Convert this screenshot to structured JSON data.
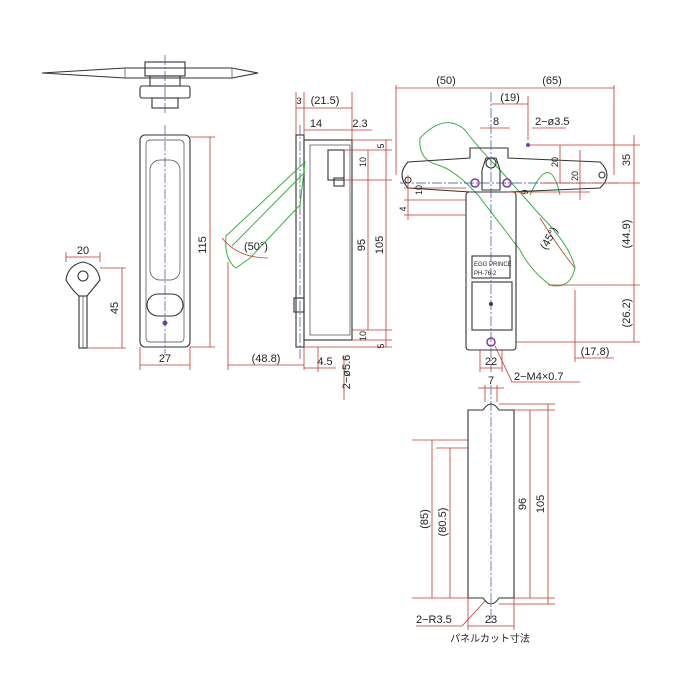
{
  "colors": {
    "outline": "#333333",
    "dimension": "#c0392b",
    "centerline": "#2b4c9b",
    "swing": "#3cb043",
    "hole": "#7b3fa0"
  },
  "labels": {
    "front_115": "115",
    "front_27": "27",
    "key_20": "20",
    "key_45": "45",
    "side_3": "3",
    "side_21_5": "(21.5)",
    "side_14": "14",
    "side_2_3": "2.3",
    "side_5_top": "5",
    "side_10_top": "10",
    "side_95": "95",
    "side_105": "105",
    "side_10_bot": "10",
    "side_5_bot": "5",
    "side_48_8": "(48.8)",
    "side_4_5": "4.5",
    "side_hole": "2−ø5.6",
    "side_angle": "(50°)",
    "top_50": "(50)",
    "top_65": "(65)",
    "top_19": "(19)",
    "top_8": "8",
    "top_hole": "2−ø3.5",
    "top_20a": "20",
    "top_20b": "20",
    "top_35": "35",
    "top_9": "9",
    "top_10": "10",
    "top_4": "4",
    "top_44_9": "(44.9)",
    "top_26_2": "(26.2)",
    "top_17_8": "(17.8)",
    "top_22": "22",
    "top_thread": "2−M4×0.7",
    "top_angle": "(45°)",
    "plate_line1": "EGG PRINCE",
    "plate_line2": "PH-76-2",
    "cut_7": "7",
    "cut_85": "(85)",
    "cut_80_5": "(80.5)",
    "cut_96": "96",
    "cut_105": "105",
    "cut_r": "2−R3.5",
    "cut_23": "23",
    "cut_caption": "パネルカット寸法"
  }
}
